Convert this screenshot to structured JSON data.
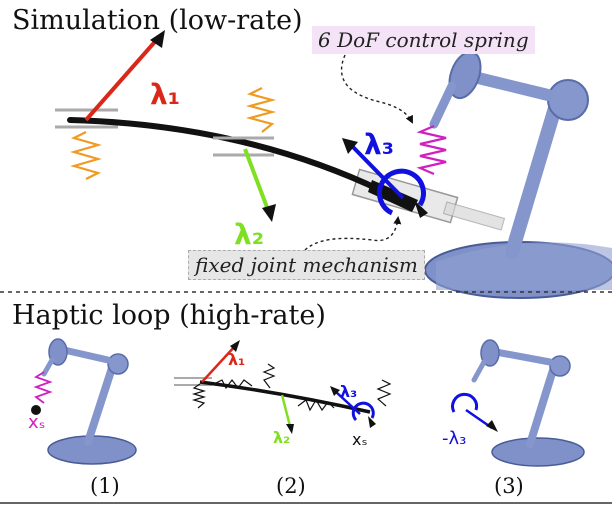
{
  "sections": {
    "top_title": "Simulation (low-rate)",
    "bottom_title": "Haptic loop (high-rate)"
  },
  "tags": {
    "spring": "6 DoF control spring",
    "joint": "fixed joint mechanism"
  },
  "symbols": {
    "l1": "λ₁",
    "l2": "λ₂",
    "l3": "λ₃",
    "xs": "xₛ",
    "neg_l3": "-λ₃"
  },
  "captions": [
    "(1)",
    "(2)",
    "(3)"
  ],
  "colors": {
    "lambda1": "#d9281a",
    "lambda2": "#7ee020",
    "lambda3": "#1010e0",
    "spring_orange": "#f09a20",
    "spring_magenta": "#d020c0",
    "robot": "#7f91c8",
    "robot_dark": "#5a6ca8",
    "tag_bg": "#f4e2f6"
  }
}
